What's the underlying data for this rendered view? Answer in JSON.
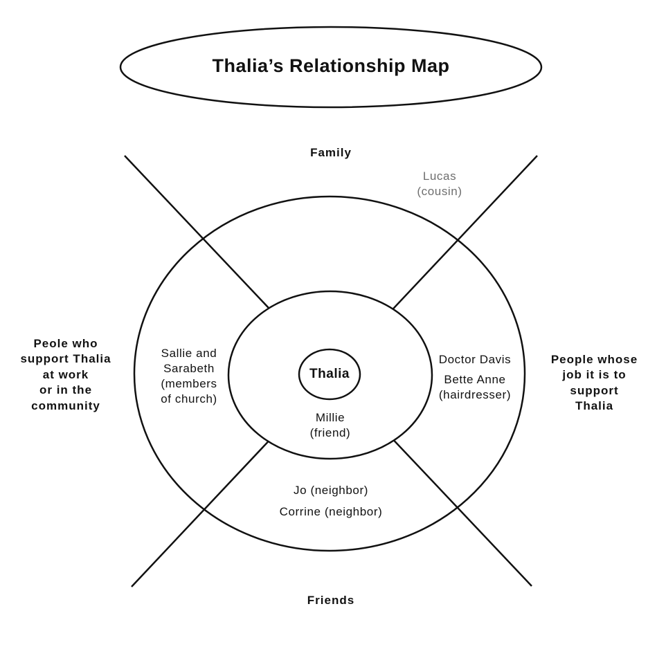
{
  "title": "Thalia’s Relationship Map",
  "center": "Thalia",
  "sections": {
    "top": "Family",
    "bottom": "Friends",
    "left": "Peole who\nsupport Thalia\nat work\nor in the\ncommunity",
    "right": "People whose\njob it is to\nsupport\nThalia"
  },
  "people": {
    "lucas": "Lucas\n(cousin)",
    "sallie_sarabeth": "Sallie and\nSarabeth\n(members\nof church)",
    "doctor_davis": "Doctor Davis",
    "bette_anne": "Bette Anne\n(hairdresser)",
    "millie": "Millie\n(friend)",
    "jo": "Jo (neighbor)",
    "corrine": "Corrine (neighbor)"
  },
  "colors": {
    "ink": "#111111",
    "faded_text": "#6e6e6e",
    "background": "#ffffff"
  }
}
